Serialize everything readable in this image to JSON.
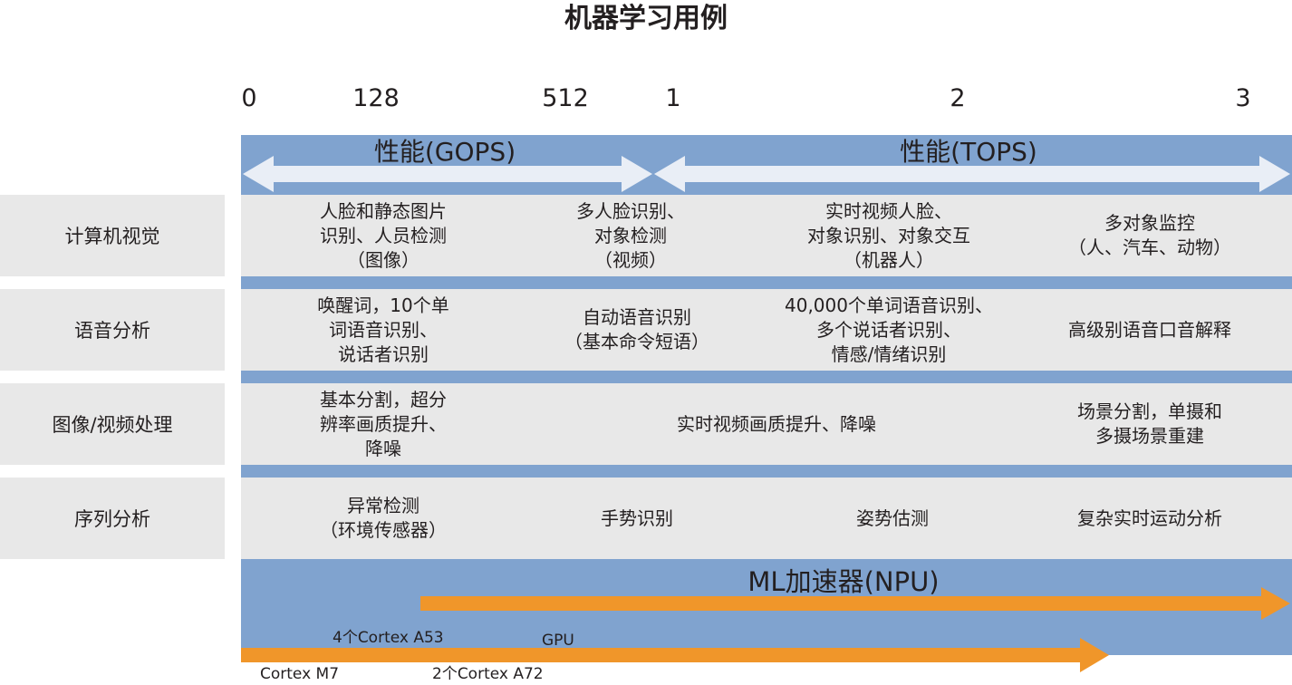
{
  "title": "机器学习用例",
  "scale": [
    "0",
    "128",
    "512",
    "1",
    "2",
    "3"
  ],
  "performance": {
    "gops": "性能(GOPS)",
    "tops": "性能(TOPS)"
  },
  "rows": [
    {
      "category": "计算机视觉",
      "cells": [
        "人脸和静态图片\n识别、人员检测\n（图像）",
        "多人脸识别、\n对象检测\n（视频）",
        "实时视频人脸、\n对象识别、对象交互\n（机器人）",
        "多对象监控\n（人、汽车、动物）"
      ]
    },
    {
      "category": "语音分析",
      "cells": [
        "唤醒词，10个单\n词语音识别、\n说话者识别",
        "自动语音识别\n（基本命令短语）",
        "40,000个单词语音识别、\n多个说话者识别、\n情感/情绪识别",
        "高级别语音口音解释"
      ]
    },
    {
      "category": "图像/视频处理",
      "cells": [
        "基本分割，超分\n辨率画质提升、\n降噪",
        "实时视频画质提升、降噪",
        "场景分割，单摄和\n多摄场景重建"
      ]
    },
    {
      "category": "序列分析",
      "cells": [
        "异常检测\n（环境传感器）",
        "手势识别",
        "姿势估测",
        "复杂实时运动分析"
      ]
    }
  ],
  "accelerators": {
    "npu": "ML加速器(NPU)",
    "a53": "4个Cortex A53",
    "gpu": "GPU",
    "m7": "Cortex M7",
    "a72": "2个Cortex A72"
  },
  "colors": {
    "band": "#80a3cf",
    "row": "#e8e8e8",
    "arrow_white": "#e9eef6",
    "arrow_orange": "#f0962a"
  }
}
